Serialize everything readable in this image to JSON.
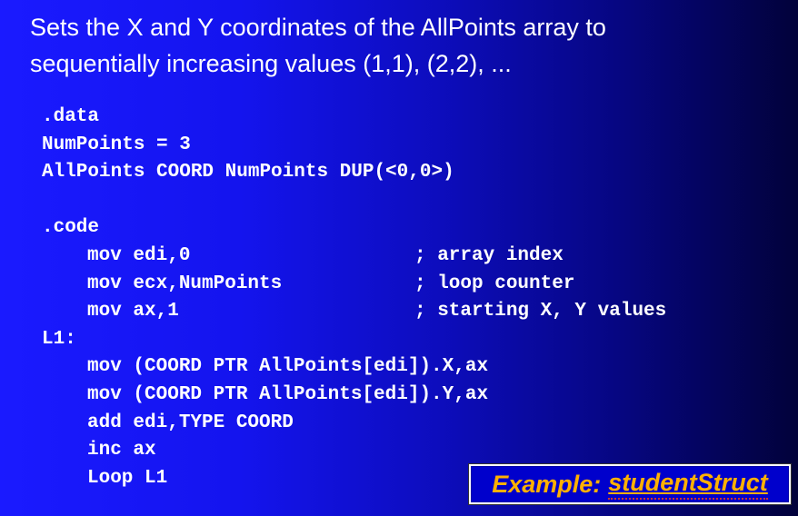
{
  "slide": {
    "title_lines": [
      "Sets the X and Y coordinates of the AllPoints array to",
      "sequentially increasing values (1,1), (2,2), ..."
    ],
    "code": {
      "data_directive": ".data",
      "numpoints_line": "NumPoints = 3",
      "allpoints_line": "AllPoints COORD NumPoints DUP(<0,0>)",
      "code_directive": ".code",
      "mov_edi": "mov edi,0",
      "mov_edi_comment": "; array index",
      "mov_ecx": "mov ecx,NumPoints",
      "mov_ecx_comment": "; loop counter",
      "mov_ax": "mov ax,1",
      "mov_ax_comment": "; starting X, Y values",
      "label_l1": "L1:",
      "mov_x": "mov (COORD PTR AllPoints[edi]).X,ax",
      "mov_y": "mov (COORD PTR AllPoints[edi]).Y,ax",
      "add_edi": "add edi,TYPE COORD",
      "inc_ax": "inc ax",
      "loop_l1": "Loop L1"
    },
    "example": {
      "prefix": "Example:",
      "link_text": "studentStruct"
    },
    "colors": {
      "background_left": "#1a1aff",
      "background_right": "#02023a",
      "text": "#ffffff",
      "example_text": "#ffb000",
      "example_box_fill": "#0000cc"
    }
  }
}
